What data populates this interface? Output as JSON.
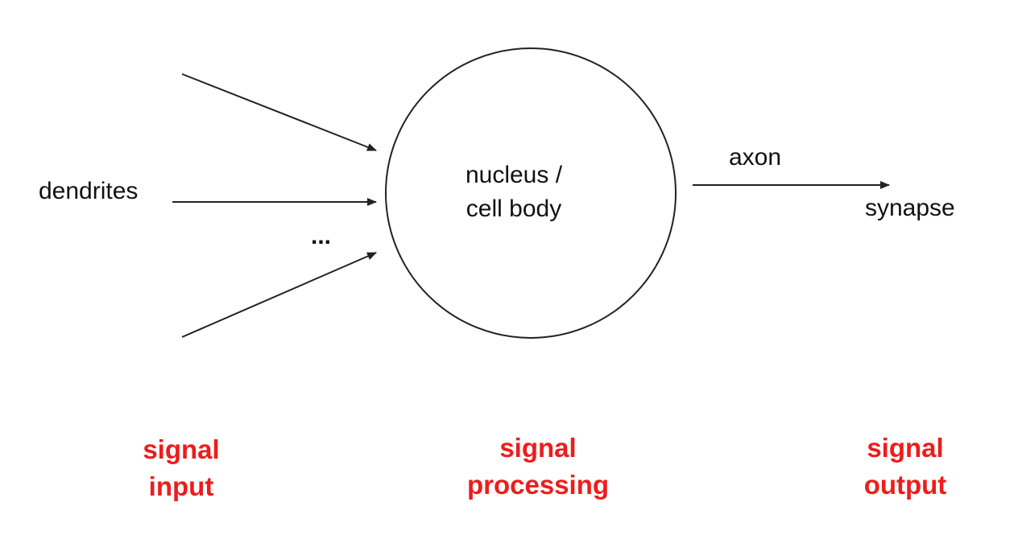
{
  "colors": {
    "line": "#222222",
    "text": "#111111",
    "stage_label": "#ee1c1c"
  },
  "labels": {
    "dendrites": "dendrites",
    "ellipsis": "...",
    "nucleus_line1": "nucleus /",
    "nucleus_line2": "cell body",
    "axon": "axon",
    "synapse": "synapse"
  },
  "stages": {
    "input": {
      "line1": "signal",
      "line2": "input"
    },
    "processing": {
      "line1": "signal",
      "line2": "processing"
    },
    "output": {
      "line1": "signal",
      "line2": "output"
    }
  }
}
